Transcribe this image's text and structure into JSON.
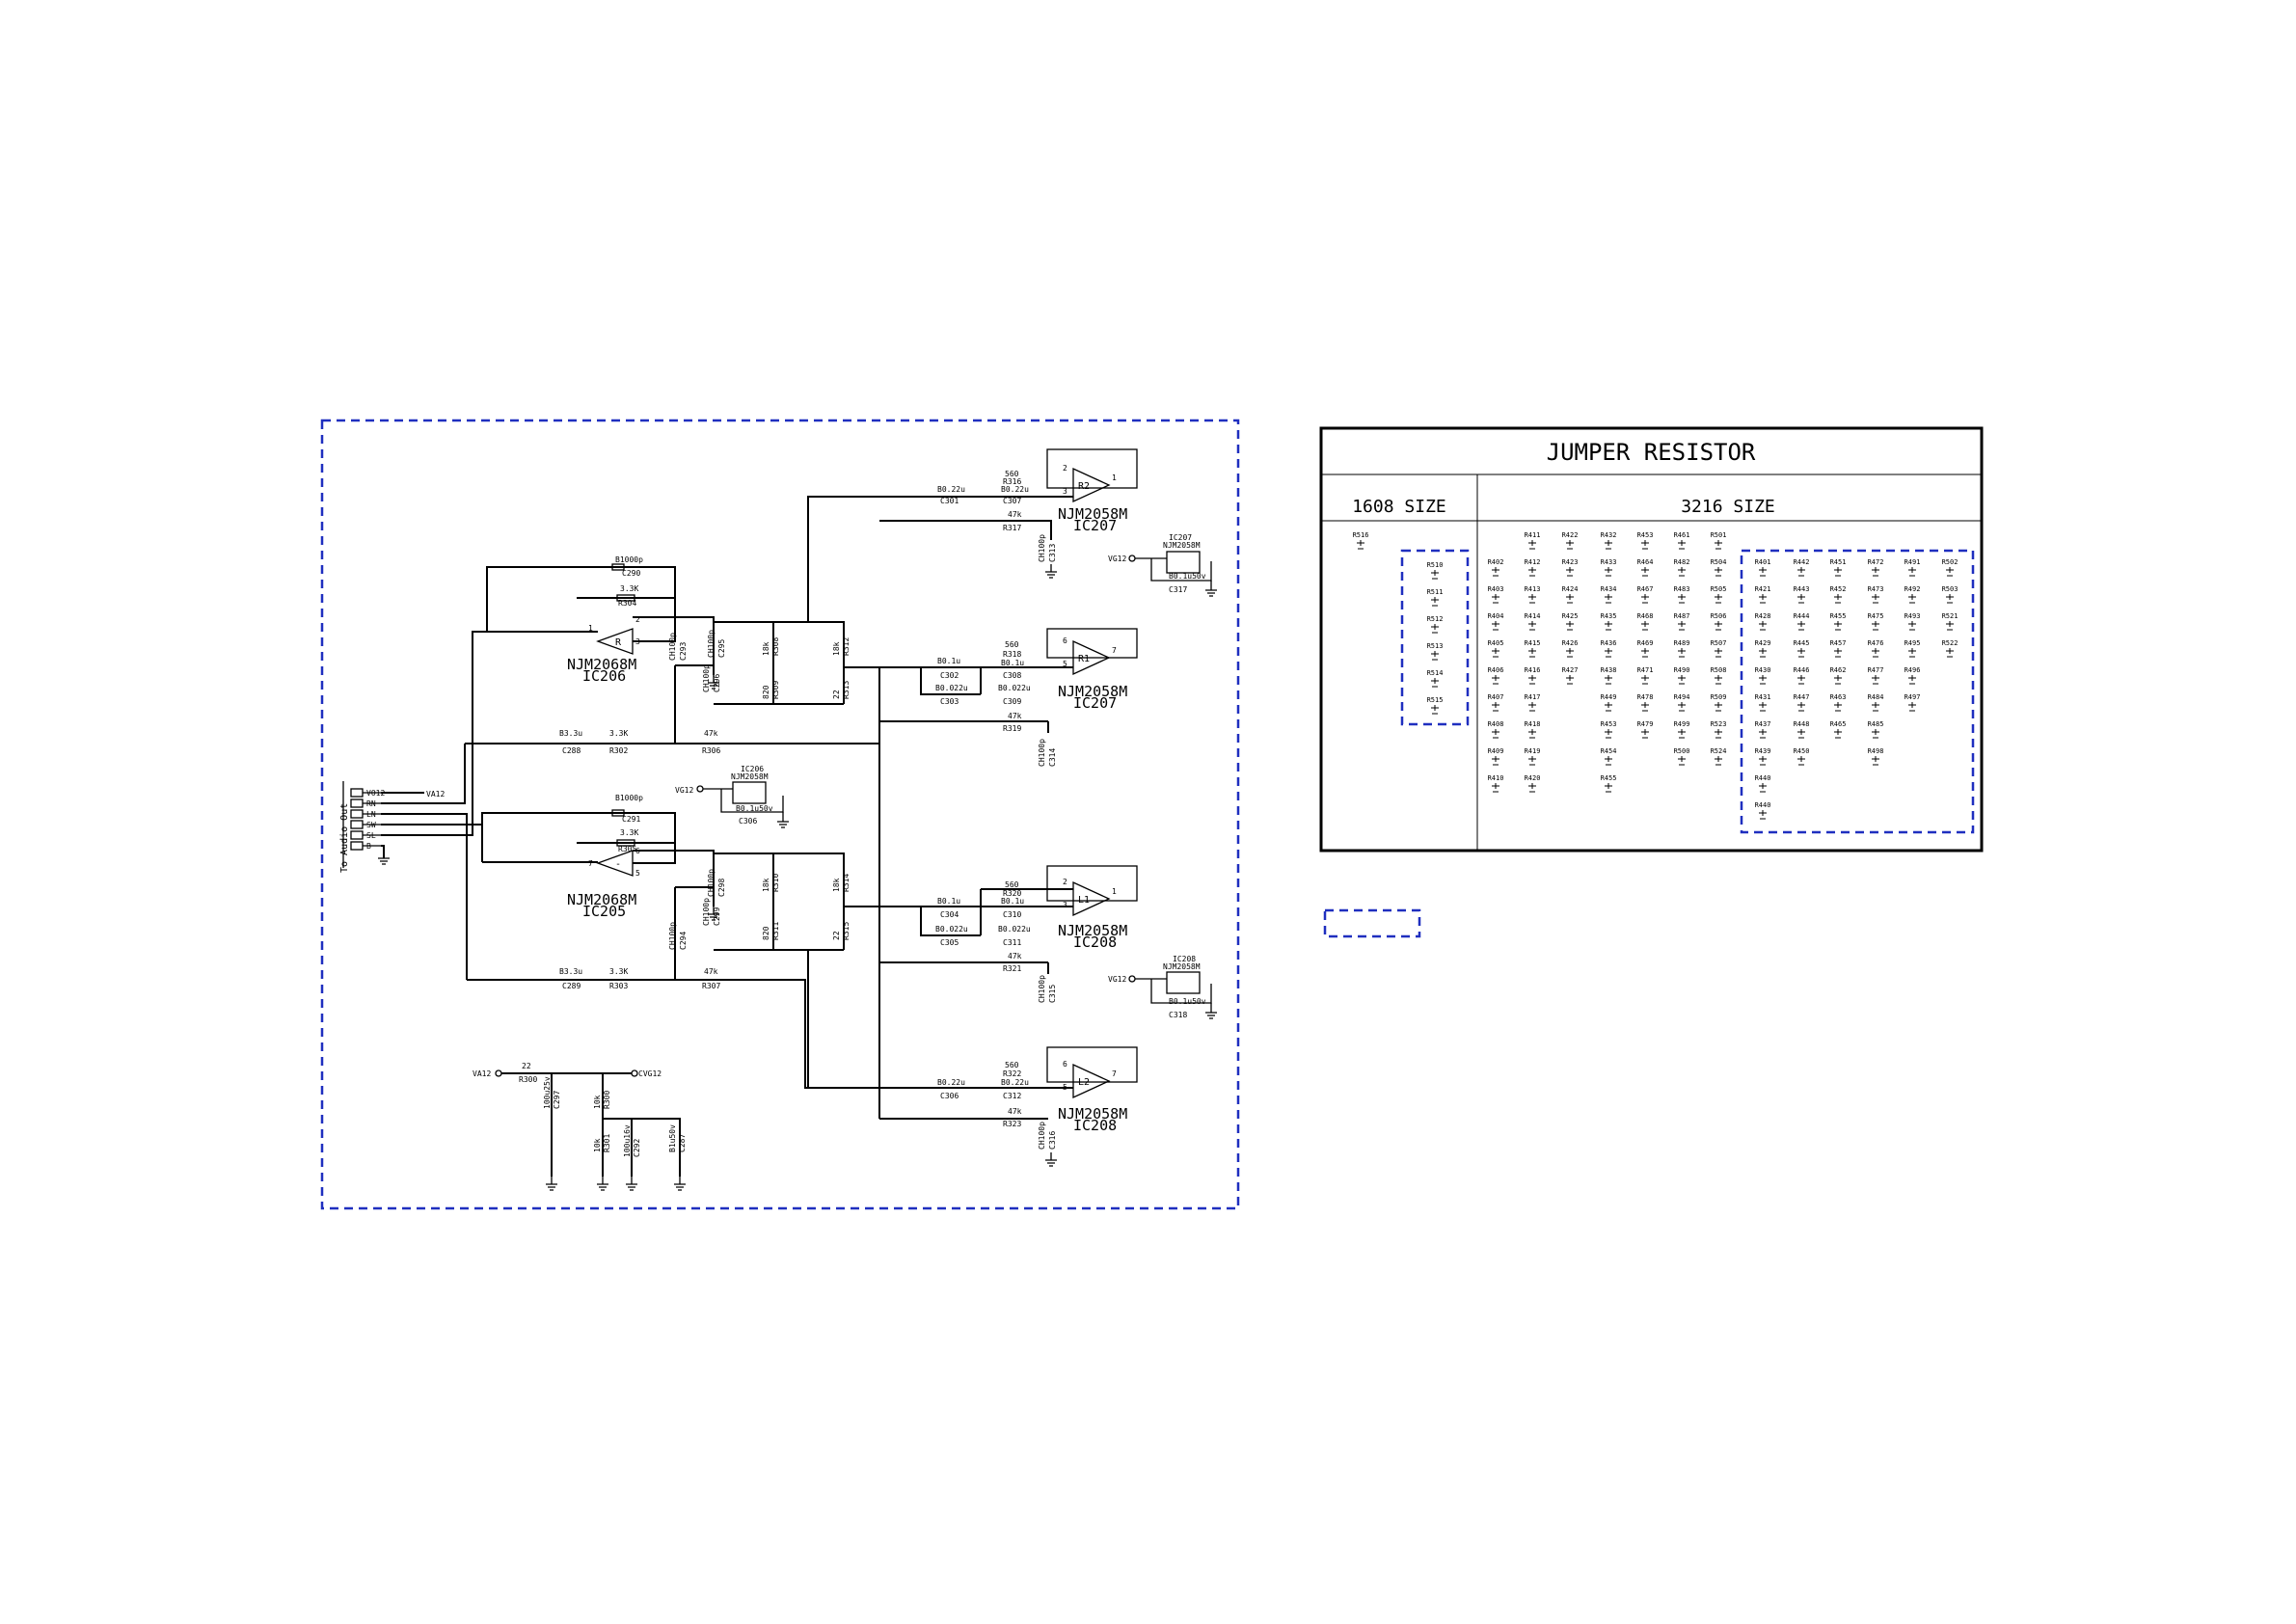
{
  "schematic": {
    "connector": {
      "label": "To Audio Out",
      "pins": [
        "VO12",
        "RN",
        "LN",
        "SW",
        "SL",
        "B"
      ]
    },
    "supply_labels": {
      "out_top": "VA12",
      "out_bottom": "VG12",
      "in": "VA12"
    },
    "opamps": {
      "ic206a": {
        "name": "NJM2068M",
        "ref": "IC206",
        "pins": [
          "1",
          "2",
          "3"
        ]
      },
      "ic205a": {
        "name": "NJM2068M",
        "ref": "IC205",
        "pins": [
          "7",
          "6",
          "5"
        ]
      },
      "r2": {
        "tag": "R2",
        "name": "NJM2058M",
        "ref": "IC207",
        "pins": [
          "2",
          "3",
          "1"
        ]
      },
      "r1": {
        "tag": "R1",
        "name": "NJM2058M",
        "ref": "IC207",
        "pins": [
          "6",
          "5",
          "7"
        ]
      },
      "l1": {
        "tag": "L1",
        "name": "NJM2058M",
        "ref": "IC208",
        "pins": [
          "2",
          "3",
          "1"
        ]
      },
      "l2": {
        "tag": "L2",
        "name": "NJM2058M",
        "ref": "IC208",
        "pins": [
          "6",
          "5",
          "7"
        ]
      }
    },
    "power_blocks": [
      {
        "ic": "IC207",
        "part": "NJM2058M",
        "supply": "VG12",
        "cap": "B0.1u50v",
        "cref": "C317"
      },
      {
        "ic": "IC206",
        "part": "NJM2058M",
        "supply": "VG12",
        "cap": "B0.1u50v",
        "cref": "C306"
      },
      {
        "ic": "IC208",
        "part": "NJM2058M",
        "supply": "VG12",
        "cap": "B0.1u50v",
        "cref": "C318"
      }
    ],
    "components": [
      {
        "v": "B1000p",
        "r": "C290"
      },
      {
        "v": "3.3K",
        "r": "R304"
      },
      {
        "v": "B1000p",
        "r": "C291"
      },
      {
        "v": "3.3K",
        "r": "R305"
      },
      {
        "v": "B3.3u",
        "r": "C288"
      },
      {
        "v": "3.3K",
        "r": "R302"
      },
      {
        "v": "47k",
        "r": "R306"
      },
      {
        "v": "B3.3u",
        "r": "C289"
      },
      {
        "v": "3.3K",
        "r": "R303"
      },
      {
        "v": "47k",
        "r": "R307"
      },
      {
        "v": "B0.22u",
        "r": "C301"
      },
      {
        "v": "560",
        "r": "R316"
      },
      {
        "v": "B0.22u",
        "r": "C307"
      },
      {
        "v": "47k",
        "r": "R317"
      },
      {
        "v": "B0.1u",
        "r": "C302"
      },
      {
        "v": "560",
        "r": "R318"
      },
      {
        "v": "B0.1u",
        "r": "C308"
      },
      {
        "v": "B0.022u",
        "r": "C303"
      },
      {
        "v": "B0.022u",
        "r": "C309"
      },
      {
        "v": "47k",
        "r": "R319"
      },
      {
        "v": "B0.1u",
        "r": "C304"
      },
      {
        "v": "560",
        "r": "R320"
      },
      {
        "v": "B0.1u",
        "r": "C310"
      },
      {
        "v": "B0.022u",
        "r": "C305"
      },
      {
        "v": "B0.022u",
        "r": "C311"
      },
      {
        "v": "47k",
        "r": "R321"
      },
      {
        "v": "B0.22u",
        "r": "C306"
      },
      {
        "v": "560",
        "r": "R322"
      },
      {
        "v": "B0.22u",
        "r": "C312"
      },
      {
        "v": "47k",
        "r": "R323"
      },
      {
        "v": "CH100p",
        "r": "C313"
      },
      {
        "v": "CH100p",
        "r": "C314"
      },
      {
        "v": "CH100p",
        "r": "C315"
      },
      {
        "v": "CH100p",
        "r": "C316"
      },
      {
        "v": "CH100p",
        "r": "C295"
      },
      {
        "v": "CH100p",
        "r": "C296"
      },
      {
        "v": "CH100p",
        "r": "C293"
      },
      {
        "v": "CH100p",
        "r": "C294"
      },
      {
        "v": "CH100p",
        "r": "C298"
      },
      {
        "v": "CH100p",
        "r": "C299"
      },
      {
        "v": "18k",
        "r": "R308"
      },
      {
        "v": "820",
        "r": "R309"
      },
      {
        "v": "18k",
        "r": "R312"
      },
      {
        "v": "22",
        "r": "R313"
      },
      {
        "v": "18k",
        "r": "R310"
      },
      {
        "v": "820",
        "r": "R311"
      },
      {
        "v": "18k",
        "r": "R314"
      },
      {
        "v": "22",
        "r": "R315"
      }
    ],
    "supply": {
      "in_label": "VA12",
      "out_label": "CVG12",
      "res_value": "22",
      "res_ref": "R300",
      "parts": [
        {
          "v": "100u25v",
          "r": "C297"
        },
        {
          "v": "10k",
          "r": "R300"
        },
        {
          "v": "10k",
          "r": "R301"
        },
        {
          "v": "100u16v",
          "r": "C292"
        },
        {
          "v": "B1u50v",
          "r": "C287"
        }
      ]
    }
  },
  "jumper_table": {
    "title": "JUMPER RESISTOR",
    "col1_title": "1608 SIZE",
    "col2_title": "3216 SIZE",
    "col1_single": "R516",
    "col1_list": [
      "R510",
      "R511",
      "R512",
      "R513",
      "R514",
      "R515"
    ],
    "col2_rows": [
      [
        "",
        "R411",
        "R422",
        "R432",
        "R453",
        "R461",
        "R501",
        "",
        "",
        "",
        "",
        "",
        ""
      ],
      [
        "R402",
        "R412",
        "R423",
        "R433",
        "R464",
        "R482",
        "R504",
        "R401",
        "R442",
        "R451",
        "R472",
        "R491",
        "R502"
      ],
      [
        "R403",
        "R413",
        "R424",
        "R434",
        "R467",
        "R483",
        "R505",
        "R421",
        "R443",
        "R452",
        "R473",
        "R492",
        "R503"
      ],
      [
        "R404",
        "R414",
        "R425",
        "R435",
        "R468",
        "R487",
        "R506",
        "R428",
        "R444",
        "R455",
        "R475",
        "R493",
        "R521"
      ],
      [
        "R405",
        "R415",
        "R426",
        "R436",
        "R469",
        "R489",
        "R507",
        "R429",
        "R445",
        "R457",
        "R476",
        "R495",
        "R522"
      ],
      [
        "R406",
        "R416",
        "R427",
        "R438",
        "R471",
        "R490",
        "R508",
        "R430",
        "R446",
        "R462",
        "R477",
        "R496",
        ""
      ],
      [
        "R407",
        "R417",
        "",
        "R449",
        "R478",
        "R494",
        "R509",
        "R431",
        "R447",
        "R463",
        "R484",
        "R497",
        ""
      ],
      [
        "R408",
        "R418",
        "",
        "R453",
        "R479",
        "R499",
        "R523",
        "R437",
        "R448",
        "R465",
        "R485",
        "",
        ""
      ],
      [
        "R409",
        "R419",
        "",
        "R454",
        "",
        "R500",
        "R524",
        "R439",
        "R450",
        "",
        "R498",
        "",
        ""
      ],
      [
        "R410",
        "R420",
        "",
        "R455",
        "",
        "",
        "",
        "R440",
        "",
        "",
        "",
        "",
        ""
      ],
      [
        "",
        "",
        "",
        "",
        "",
        "",
        "",
        "R440",
        "",
        "",
        "",
        "",
        ""
      ]
    ]
  },
  "legend_swatch": {
    "color": "#1f2fbf"
  }
}
